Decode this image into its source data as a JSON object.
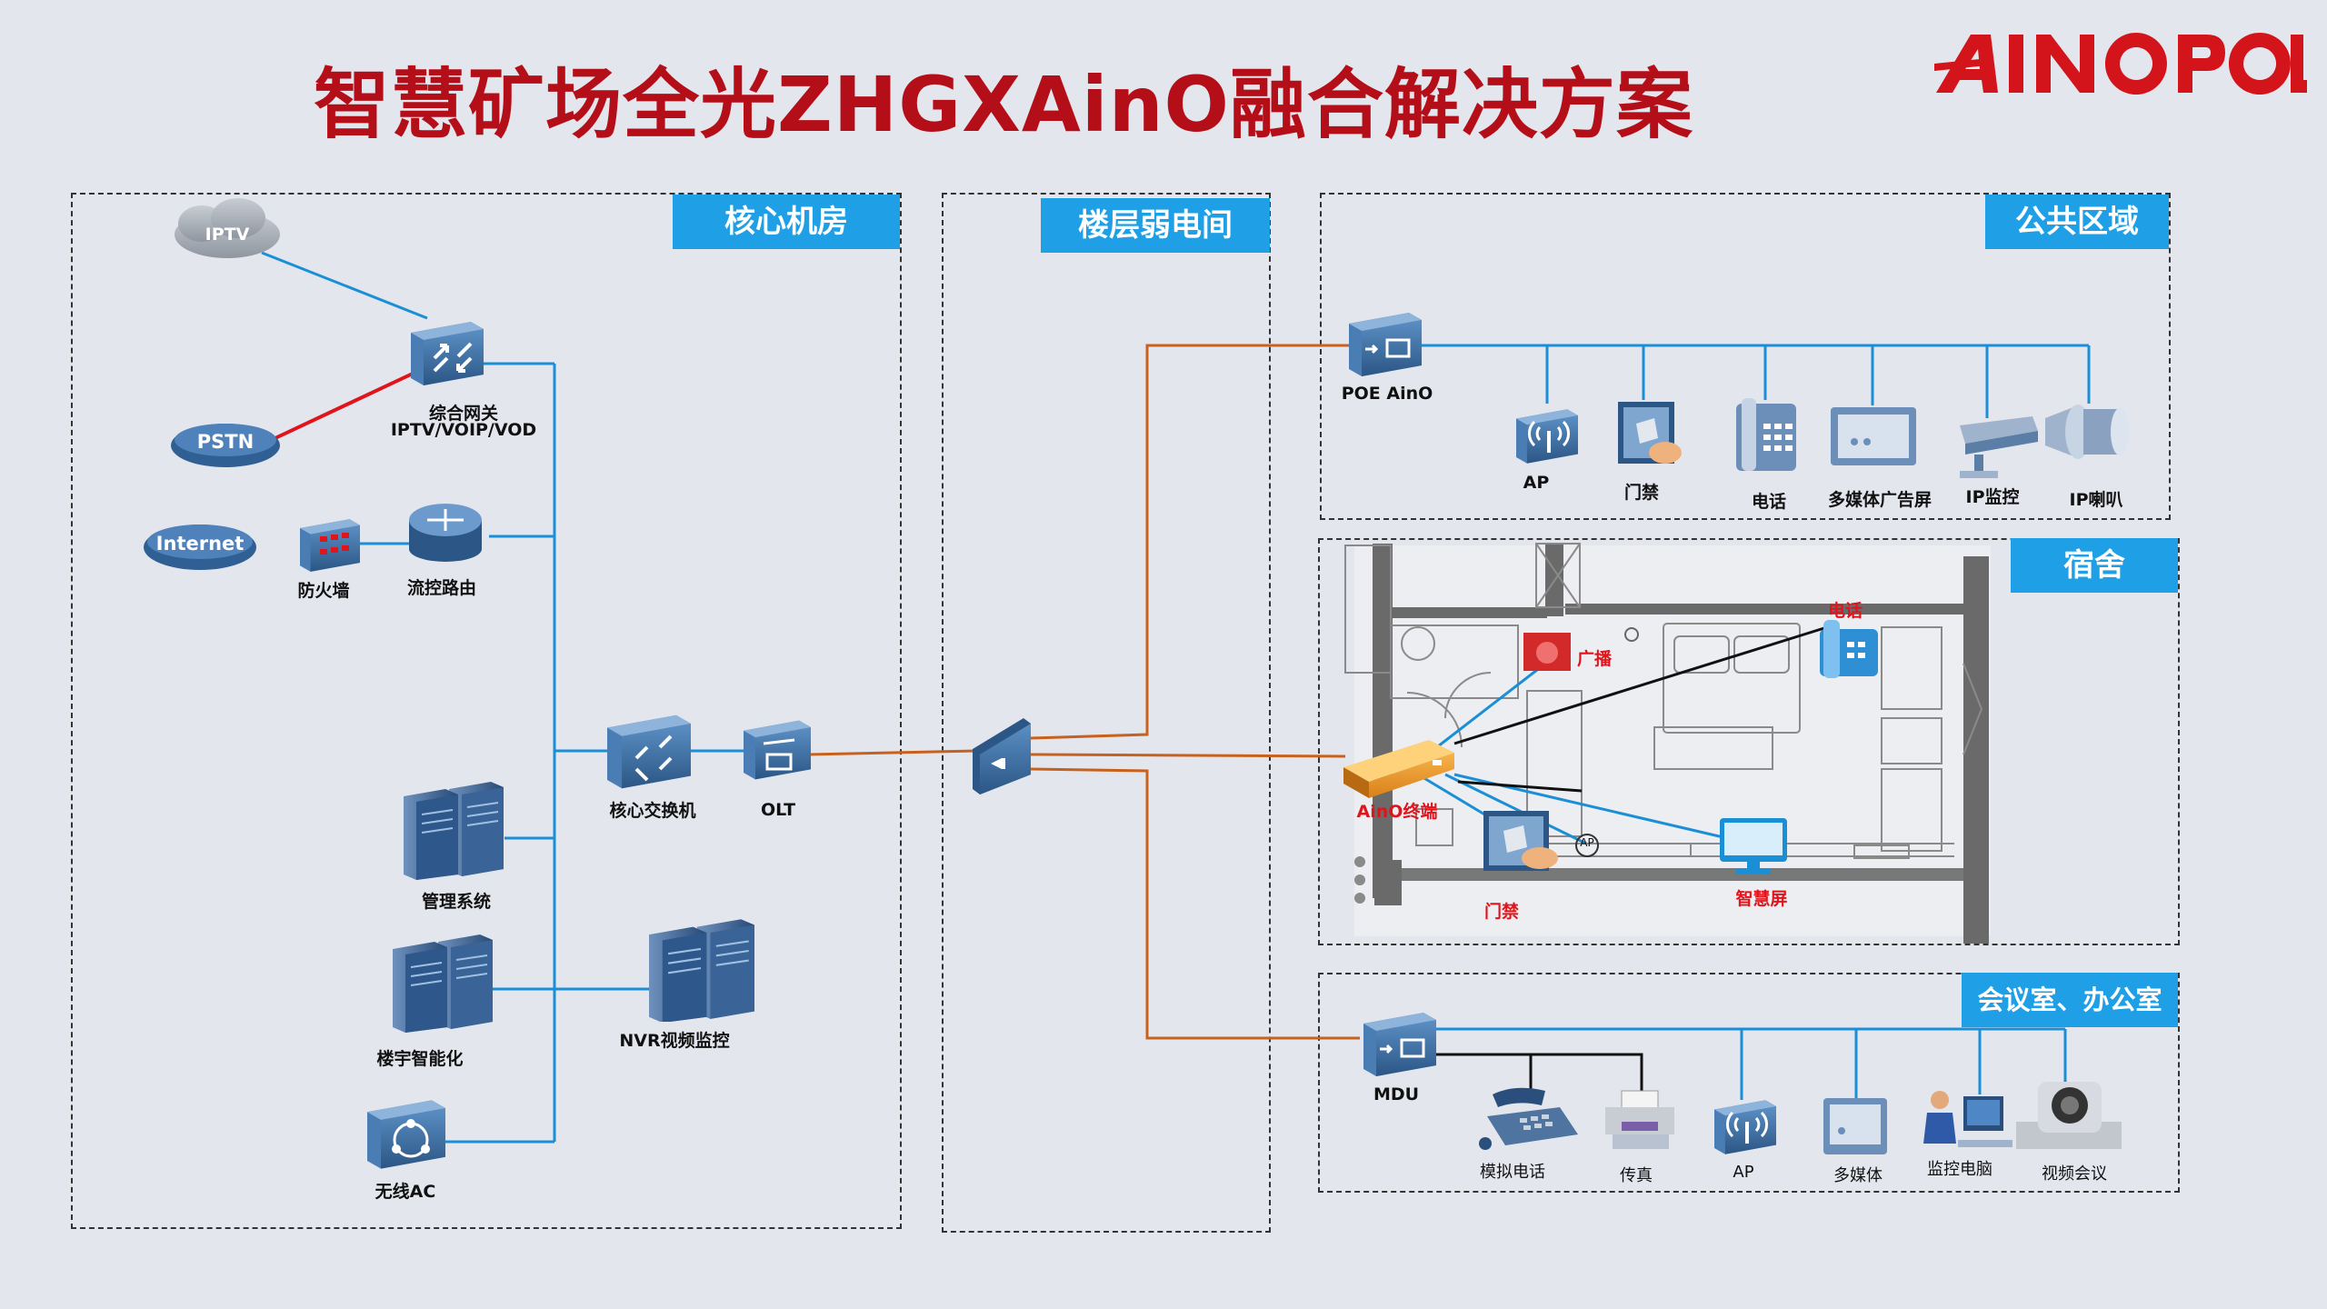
{
  "title": "智慧矿场全光ZHGXAinO融合解决方案",
  "logo": {
    "text": "AINOPOL"
  },
  "zones": {
    "core": "核心机房",
    "floor": "楼层弱电间",
    "public": "公共区域",
    "dorm": "宿舍",
    "office": "会议室、办公室"
  },
  "core_room": {
    "iptv": "IPTV",
    "pstn": "PSTN",
    "internet": "Internet",
    "gateway_line1": "综合网关",
    "gateway_line2": "IPTV/VOIP/VOD",
    "firewall": "防火墙",
    "router": "流控路由",
    "core_switch": "核心交换机",
    "olt": "OLT",
    "mgmt": "管理系统",
    "building": "楼宇智能化",
    "nvr": "NVR视频监控",
    "wac": "无线AC"
  },
  "public_area": {
    "poe": "POE AinO",
    "ap": "AP",
    "door": "门禁",
    "phone": "电话",
    "screen": "多媒体广告屏",
    "ipcam": "IP监控",
    "speaker": "IP喇叭"
  },
  "dorm": {
    "phone": "电话",
    "broadcast": "广播",
    "terminal": "AinO终端",
    "door": "门禁",
    "smart_screen": "智慧屏",
    "ap_mark": "AP"
  },
  "office": {
    "mdu": "MDU",
    "analog_phone": "模拟电话",
    "fax": "传真",
    "ap": "AP",
    "multimedia": "多媒体",
    "monitor_pc": "监控电脑",
    "video_conf": "视频会议"
  },
  "colors": {
    "title": "#b40f19",
    "zone_tab": "#1e9fe6",
    "link_blue": "#1a8fd6",
    "link_orange": "#c8611e",
    "link_red": "#e0141b",
    "device_blue": "#2f5f93"
  }
}
